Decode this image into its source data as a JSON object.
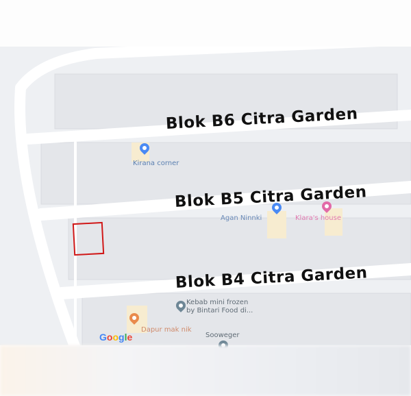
{
  "blocks": {
    "b6": "Blok B6 Citra Garden",
    "b5": "Blok B5 Citra Garden",
    "b4": "Blok B4 Citra Garden"
  },
  "pois": {
    "kirana": {
      "label": "Kirana corner",
      "icon": "shopping-bag-pin-icon",
      "color": "#4a8af4"
    },
    "agan": {
      "label": "Agan Ninnki",
      "icon": "shopping-bag-pin-icon",
      "color": "#4a8af4"
    },
    "klara": {
      "label": "Klara's house",
      "icon": "heart-pin-icon",
      "color": "#e26aa8"
    },
    "kebab": {
      "label_line1": "Kebab mini frozen",
      "label_line2": "by Bintari Food di...",
      "icon": "location-pin-icon",
      "color": "#6e8796"
    },
    "dapur": {
      "label": "Dapur mak nik",
      "icon": "restaurant-pin-icon",
      "color": "#e98a4c"
    },
    "sooweger": {
      "label": "Sooweger",
      "icon": "location-pin-icon",
      "color": "#6e8796"
    }
  },
  "logo": "Google",
  "highlight_color": "#d01818"
}
